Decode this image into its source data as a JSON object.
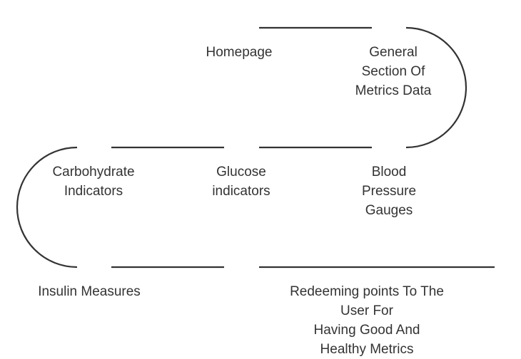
{
  "diagram": {
    "stroke_color": "#333333",
    "text_color": "#333333",
    "background": "#ffffff",
    "steps": [
      {
        "label": "Homepage"
      },
      {
        "label": "General\nSection Of\nMetrics Data"
      },
      {
        "label": "Blood\nPressure\nGauges"
      },
      {
        "label": "Glucose\nindicators"
      },
      {
        "label": "Carbohydrate\nIndicators"
      },
      {
        "label": "Insulin Measures"
      },
      {
        "label": "Redeeming points To The User For\nHaving Good And Healthy Metrics"
      }
    ]
  }
}
